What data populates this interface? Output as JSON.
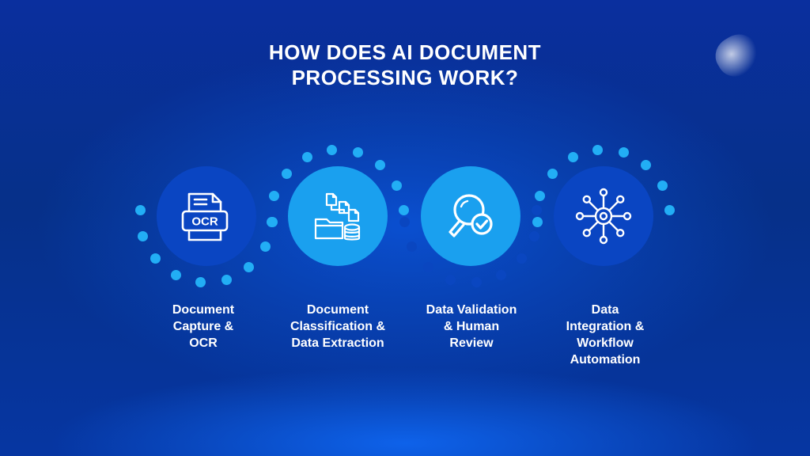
{
  "title": {
    "line1": "HOW DOES AI DOCUMENT",
    "line2": "PROCESSING WORK?"
  },
  "colors": {
    "dark_circle": "#0a45c2",
    "light_circle": "#1aa0ef",
    "dot_light": "#22aef5",
    "dot_dark": "#0a46c0",
    "text": "#ffffff"
  },
  "steps": [
    {
      "icon": "ocr-document-icon",
      "circle": "dark",
      "label_lines": [
        "Document",
        "Capture &",
        "OCR"
      ]
    },
    {
      "icon": "classify-extract-icon",
      "circle": "light",
      "label_lines": [
        "Document",
        "Classification &",
        "Data Extraction"
      ]
    },
    {
      "icon": "magnifier-check-icon",
      "circle": "light",
      "label_lines": [
        "Data Validation",
        "& Human",
        "Review"
      ]
    },
    {
      "icon": "integration-hub-icon",
      "circle": "dark",
      "label_lines": [
        "Data",
        "Integration &",
        "Workflow",
        "Automation"
      ]
    }
  ],
  "ocr_text": "OCR"
}
